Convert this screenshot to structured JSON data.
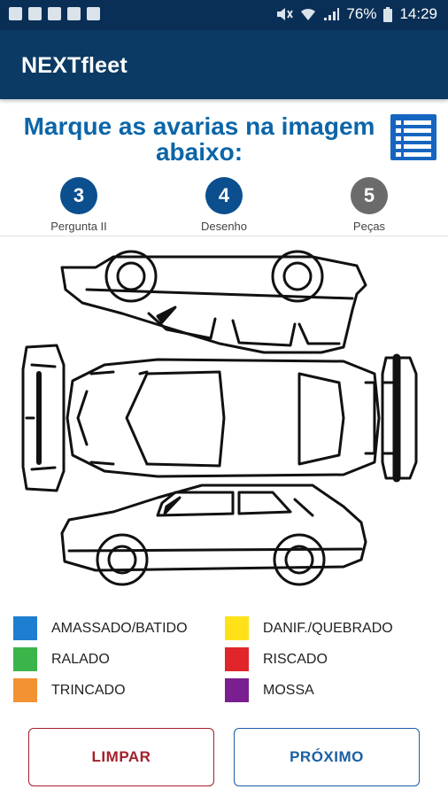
{
  "status_bar": {
    "battery": "76%",
    "time": "14:29"
  },
  "app": {
    "title": "NEXTfleet"
  },
  "heading": {
    "line1": "Marque as avarias na imagem",
    "line2": "abaixo:"
  },
  "steps": [
    {
      "number": "3",
      "label": "Pergunta II",
      "color": "#0b4f8f"
    },
    {
      "number": "4",
      "label": "Desenho",
      "color": "#0b4f8f"
    },
    {
      "number": "5",
      "label": "Peças",
      "color": "#6b6b6b"
    }
  ],
  "legend": [
    {
      "label": "AMASSADO/BATIDO",
      "color": "#1e7fd1"
    },
    {
      "label": "DANIF./QUEBRADO",
      "color": "#ffe11a"
    },
    {
      "label": "RALADO",
      "color": "#3bb54a"
    },
    {
      "label": "RISCADO",
      "color": "#e0262a"
    },
    {
      "label": "TRINCADO",
      "color": "#f39233"
    },
    {
      "label": "MOSSA",
      "color": "#7a1f8f"
    }
  ],
  "buttons": {
    "clear": {
      "label": "LIMPAR",
      "color": "#a31f2a"
    },
    "next": {
      "label": "PRÓXIMO",
      "color": "#1b5fa3"
    }
  }
}
